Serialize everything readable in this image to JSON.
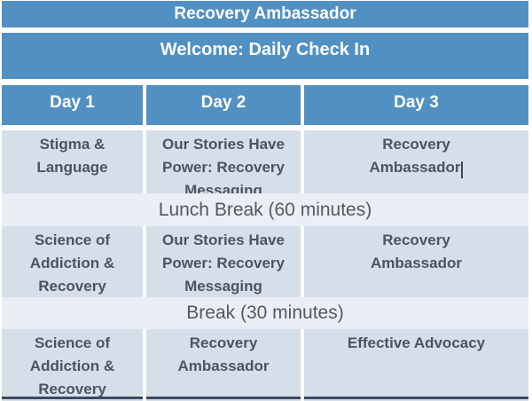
{
  "header": {
    "title": "Recovery Ambassador",
    "welcome": "Welcome: Daily Check In"
  },
  "days": [
    "Day 1",
    "Day 2",
    "Day 3"
  ],
  "schedule": {
    "row1": [
      "Stigma &\nLanguage",
      "Our Stories Have\nPower: Recovery\nMessaging",
      "Recovery\nAmbassador"
    ],
    "lunch": "Lunch Break (60 minutes)",
    "row2": [
      "Science of\nAddiction &\nRecovery",
      "Our Stories Have\nPower: Recovery\nMessaging",
      "Recovery\nAmbassador"
    ],
    "break": "Break (30 minutes)",
    "row3": [
      "Science of\nAddiction &\nRecovery",
      "Recovery\nAmbassador",
      "Effective Advocacy"
    ]
  },
  "colors": {
    "header_blue": "#5190c3",
    "band_light": "#d5dfea",
    "band_lighter": "#eaeff5",
    "content_text": "#4d5460",
    "break_text": "#55595f",
    "bottom_dark": "#3b4a5f",
    "header_text": "#ffffff"
  }
}
